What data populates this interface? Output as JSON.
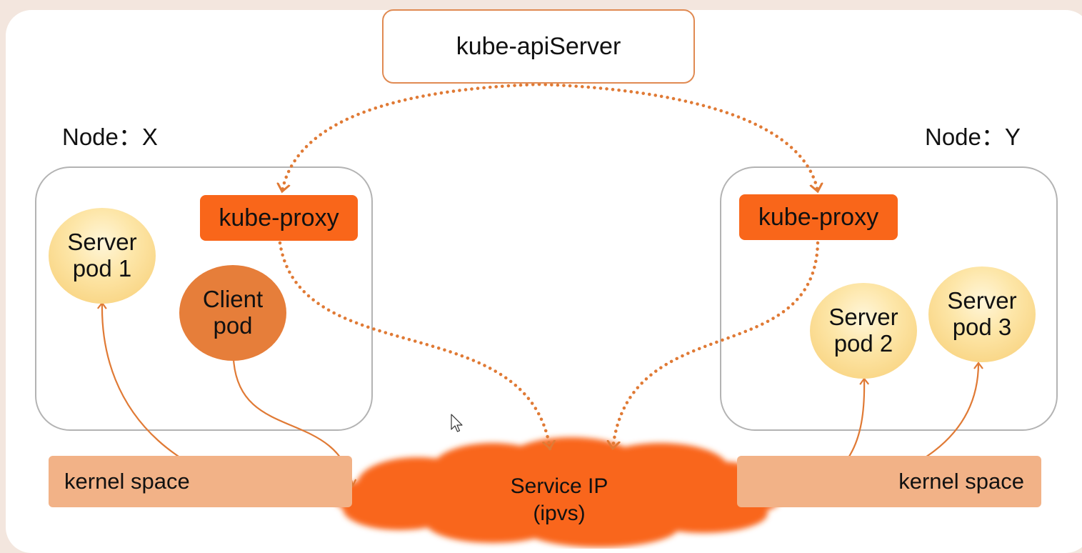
{
  "api_server": {
    "label": "kube-apiServer"
  },
  "node_x": {
    "label": "Node：X",
    "proxy": "kube-proxy",
    "server_pod": "Server\npod 1",
    "client_pod": "Client\npod",
    "kernel": "kernel space"
  },
  "node_y": {
    "label": "Node：Y",
    "proxy": "kube-proxy",
    "server_pod_2": "Server\npod 2",
    "server_pod_3": "Server\npod 3",
    "kernel": "kernel space"
  },
  "service": {
    "label": "Service IP\n(ipvs)"
  },
  "colors": {
    "accent": "#f9661a",
    "line": "#e07a35",
    "client": "#e67e3a",
    "kernel": "#f2b287",
    "node_border": "#b3b3b3",
    "api_border": "#e08a52"
  }
}
